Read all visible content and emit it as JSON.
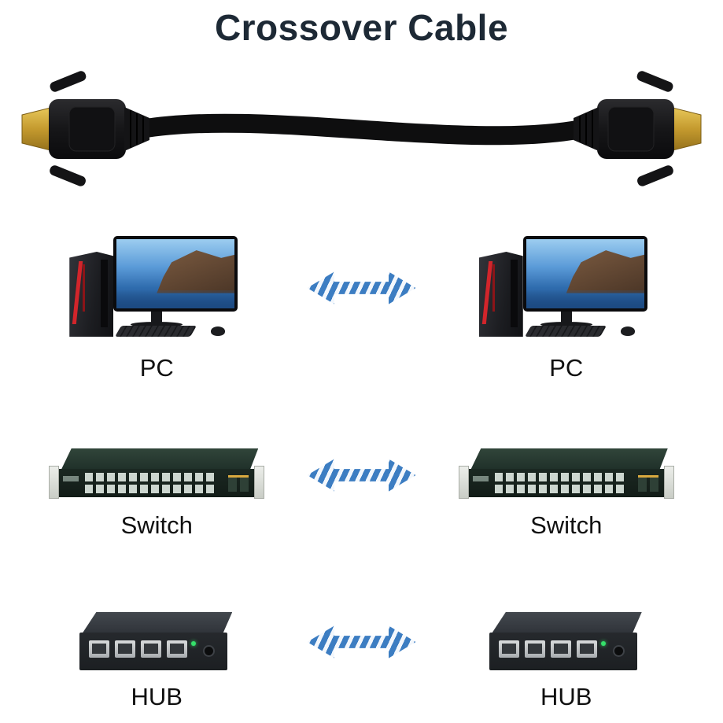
{
  "title": "Crossover Cable",
  "colors": {
    "title_text": "#1d2935",
    "arrow_blue": "#3c7dc2",
    "label_text": "#101010",
    "cable_black": "#0e0e0f",
    "connector_gold": "#c49a2e",
    "switch_green": "#1b2822",
    "hub_dark": "#26292d"
  },
  "icons": {
    "arrow": "double-headed-striped-arrow"
  },
  "connections": [
    {
      "device": "pc",
      "left_label": "PC",
      "right_label": "PC"
    },
    {
      "device": "switch",
      "left_label": "Switch",
      "right_label": "Switch"
    },
    {
      "device": "hub",
      "left_label": "HUB",
      "right_label": "HUB"
    }
  ]
}
